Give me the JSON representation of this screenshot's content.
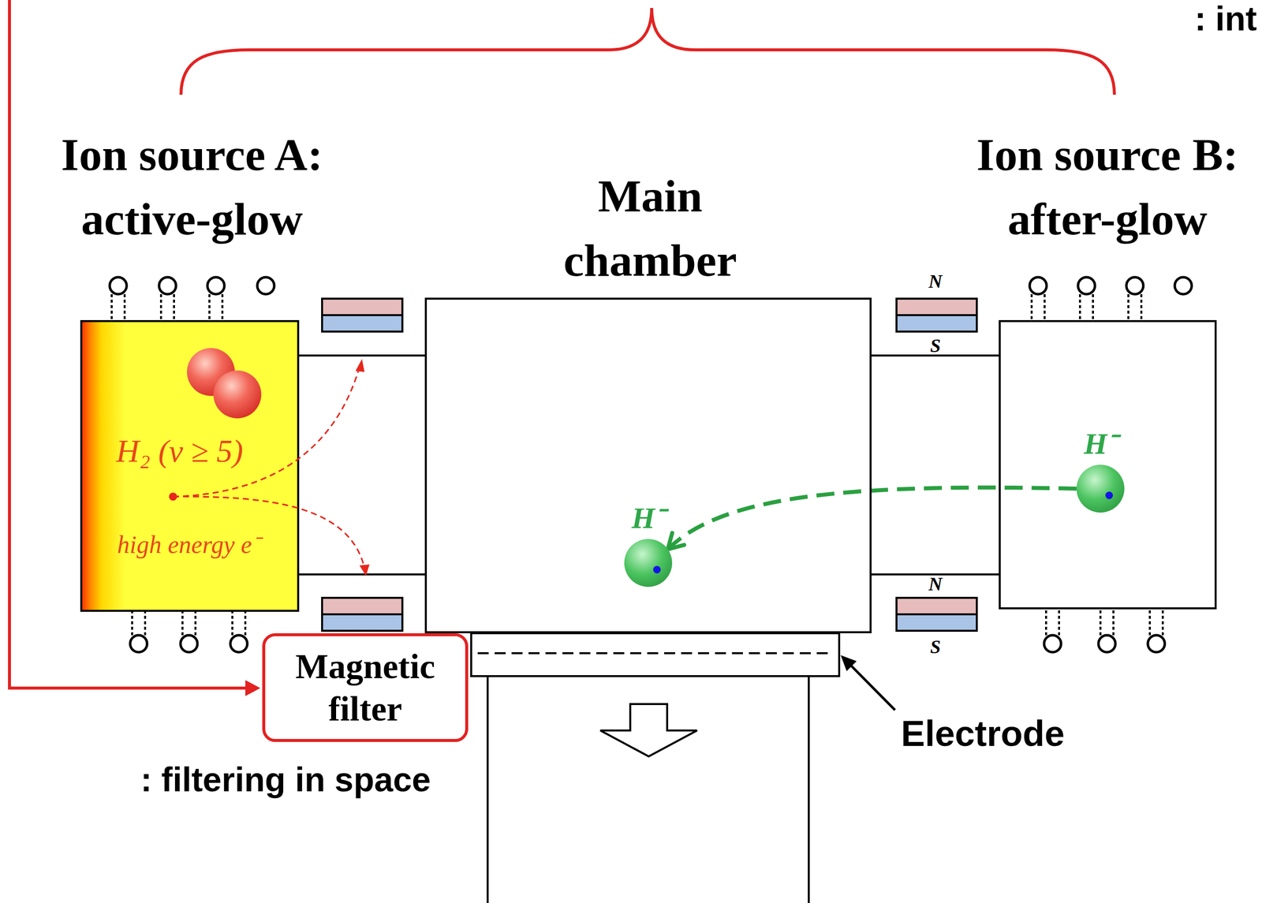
{
  "diagram": {
    "nodes": [
      {
        "text": [
          "Ion source A: active-glow",
          "H₂ (v ≥ 5)",
          "high energy e⁻"
        ]
      },
      {
        "text": [
          "Main chamber"
        ]
      },
      {
        "text": [
          "H⁻"
        ],
        "in": 1
      },
      {
        "text": [
          "Ion source B: after-glow"
        ]
      },
      {
        "text": [
          "H⁻"
        ],
        "in": 3
      },
      {
        "text": [
          "Magnetic filter"
        ]
      }
    ],
    "edges": [
      {
        "from": 4,
        "to": 2,
        "arrow": "to"
      }
    ],
    "labels": [
      ": int",
      "N",
      "S",
      "N",
      "S",
      "Electrode",
      ": filtering in space"
    ]
  }
}
